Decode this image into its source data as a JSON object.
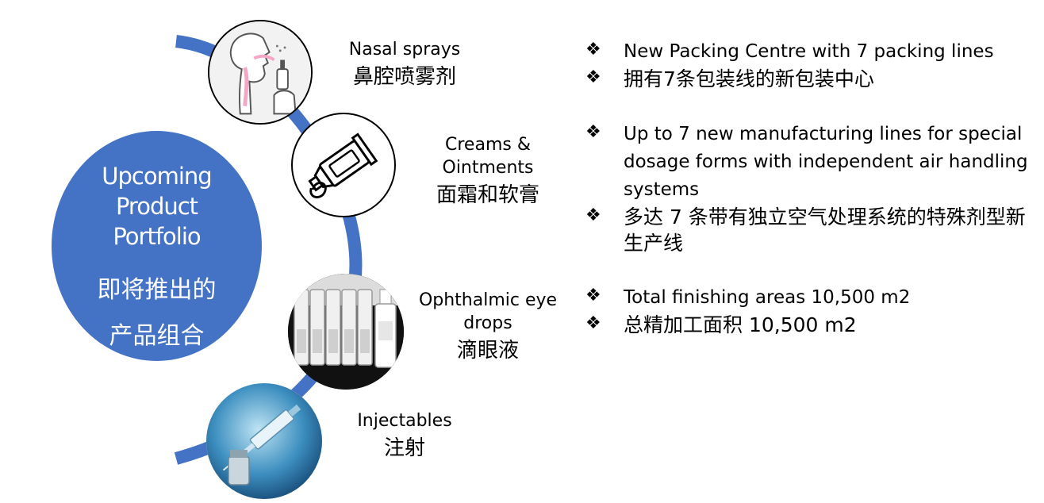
{
  "portfolio": {
    "title_en": [
      "Upcoming",
      "Product",
      "Portfolio"
    ],
    "title_zh": [
      "即将推出的",
      "产品组合"
    ]
  },
  "products": [
    {
      "en": [
        "Nasal sprays"
      ],
      "zh": "鼻腔喷雾剂",
      "icon": "nasal-spray-icon"
    },
    {
      "en": [
        "Creams &",
        "Ointments"
      ],
      "zh": "面霜和软膏",
      "icon": "cream-tube-icon"
    },
    {
      "en": [
        "Ophthalmic eye",
        "drops"
      ],
      "zh": "滴眼液",
      "icon": "eye-drops-icon"
    },
    {
      "en": [
        "Injectables"
      ],
      "zh": "注射",
      "icon": "syringe-icon"
    }
  ],
  "facts": [
    {
      "en": "New Packing Centre with 7 packing lines",
      "zh": "拥有7条包装线的新包装中心"
    },
    {
      "en": "Up to 7 new manufacturing lines for special dosage forms with independent air handling systems",
      "zh": "多达 7 条带有独立空气处理系统的特殊剂型新生产线"
    },
    {
      "en": "Total finishing areas 10,500 m2",
      "zh": "总精加工面积 10,500 m2"
    }
  ],
  "bullet_symbol": "❖",
  "colors": {
    "accent": "#4472c4",
    "text": "#000000"
  }
}
